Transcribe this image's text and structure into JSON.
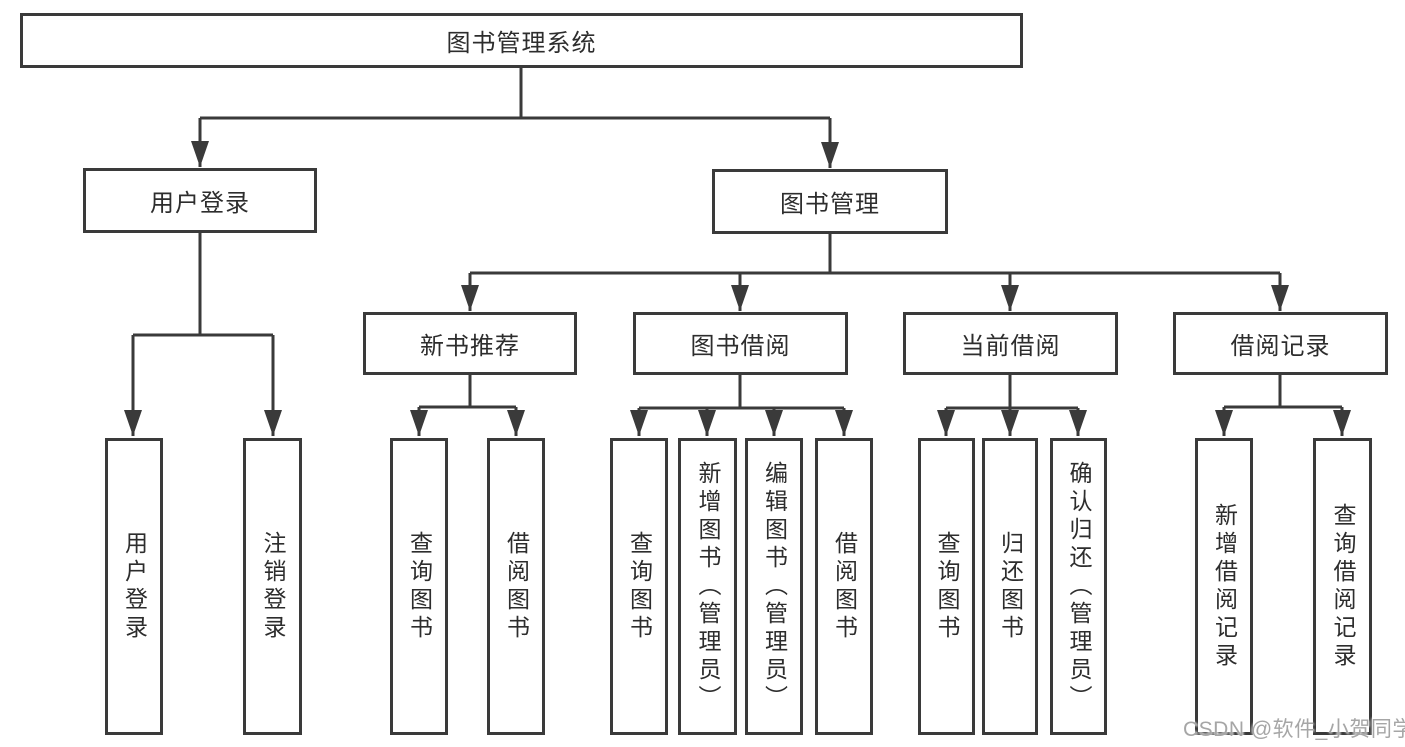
{
  "diagram": {
    "title_note": "functional structure chart of a library management system",
    "tree": {
      "label": "图书管理系统",
      "children": [
        {
          "label": "用户登录",
          "children": [
            {
              "label": "用户登录"
            },
            {
              "label": "注销登录"
            }
          ]
        },
        {
          "label": "图书管理",
          "children": [
            {
              "label": "新书推荐",
              "children": [
                {
                  "label": "查询图书"
                },
                {
                  "label": "借阅图书"
                }
              ]
            },
            {
              "label": "图书借阅",
              "children": [
                {
                  "label": "查询图书"
                },
                {
                  "label": "新增图书（管理员）"
                },
                {
                  "label": "编辑图书（管理员）"
                },
                {
                  "label": "借阅图书"
                }
              ]
            },
            {
              "label": "当前借阅",
              "children": [
                {
                  "label": "查询图书"
                },
                {
                  "label": "归还图书"
                },
                {
                  "label": "确认归还（管理员）"
                }
              ]
            },
            {
              "label": "借阅记录",
              "children": [
                {
                  "label": "新增借阅记录"
                },
                {
                  "label": "查询借阅记录"
                }
              ]
            }
          ]
        }
      ]
    }
  },
  "watermark": {
    "text": "CSDN @软件_小贺同学"
  },
  "colors": {
    "line": "#3a3a3a",
    "text": "#2d2d2d",
    "background": "#ffffff",
    "watermark": "#a6a6a6"
  }
}
